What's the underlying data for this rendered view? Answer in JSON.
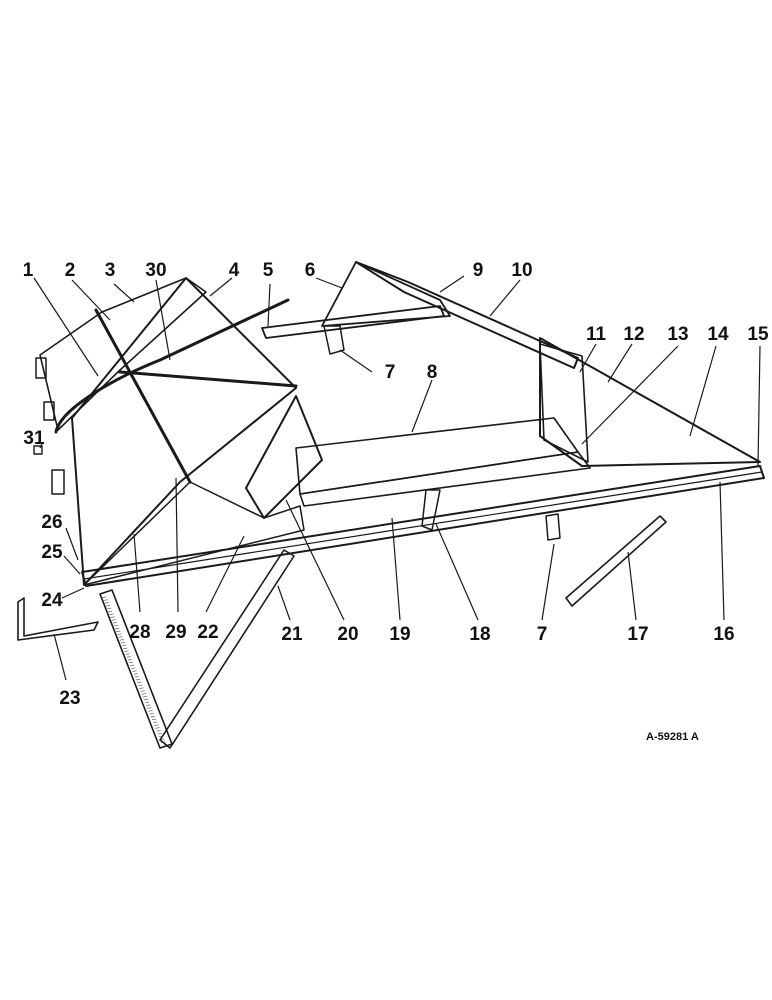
{
  "figure": {
    "reference": "A-59281 A",
    "callouts": [
      "1",
      "2",
      "3",
      "30",
      "4",
      "5",
      "6",
      "9",
      "10",
      "7",
      "8",
      "11",
      "12",
      "13",
      "14",
      "15",
      "31",
      "26",
      "25",
      "24",
      "28",
      "29",
      "22",
      "21",
      "20",
      "19",
      "18",
      "7",
      "17",
      "16",
      "23"
    ]
  }
}
